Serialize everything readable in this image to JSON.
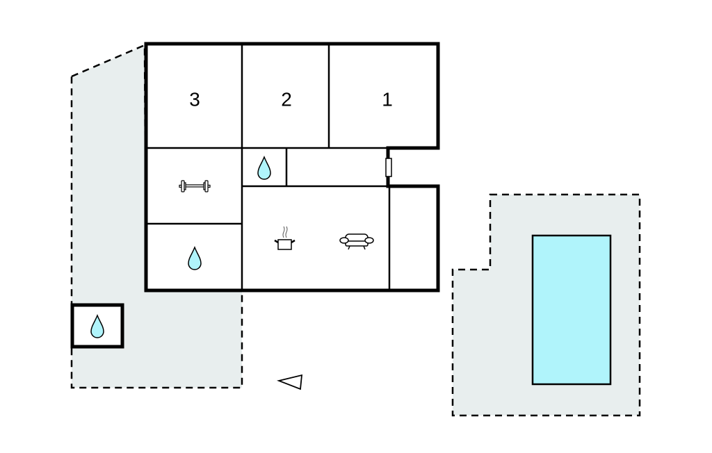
{
  "plan": {
    "rooms": [
      {
        "id": "bedroom-3",
        "label": "3"
      },
      {
        "id": "bedroom-2",
        "label": "2"
      },
      {
        "id": "bedroom-1",
        "label": "1"
      }
    ],
    "icons": [
      "water-drop-icon",
      "dumbbell-icon",
      "cooking-pot-icon",
      "sofa-icon",
      "compass-arrow-icon"
    ],
    "colors": {
      "terrace": "#e8eeee",
      "pool": "#b0f4fb",
      "drop": "#b0f4fb",
      "wall": "#000000"
    }
  }
}
